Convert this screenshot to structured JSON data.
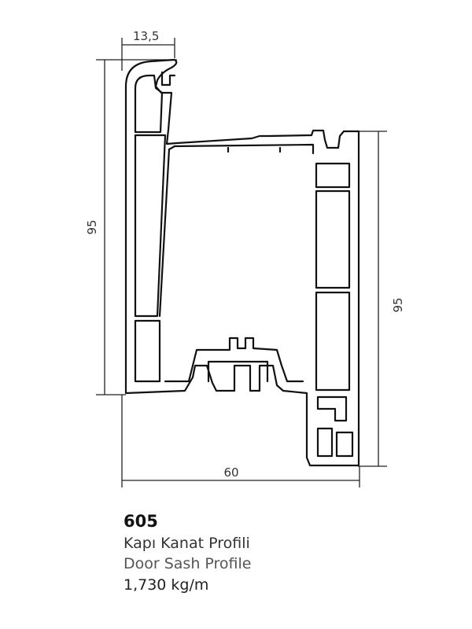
{
  "diagram": {
    "dimensions": {
      "top_width": "13,5",
      "left_height": "95",
      "right_height": "95",
      "bottom_width": "60"
    }
  },
  "product": {
    "code": "605",
    "name_tr": "Kapı Kanat Profili",
    "name_en": "Door Sash Profile",
    "weight": "1,730 kg/m"
  }
}
